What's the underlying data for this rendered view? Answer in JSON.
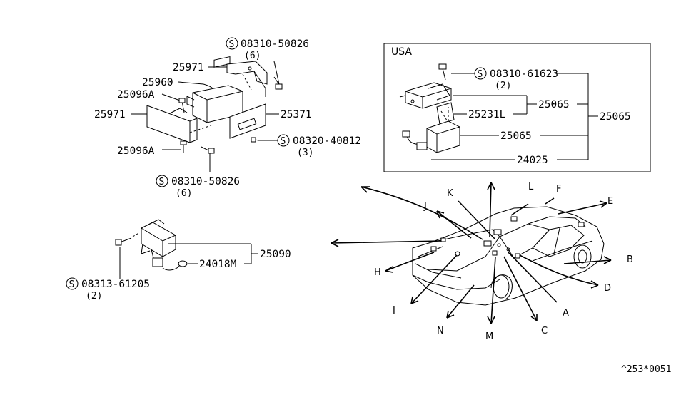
{
  "diagram": {
    "top_left": {
      "std_part_top": {
        "code": "08310-50826",
        "qty": "(6)"
      },
      "bracket_top": "25971",
      "control_unit": "25960",
      "bolt_top": "25096A",
      "bracket_left": "25971",
      "bolt_bottom": "25096A",
      "bracket_right": "25371",
      "std_part_right": {
        "code": "08320-40812",
        "qty": "(3)"
      },
      "std_part_bottom": {
        "code": "08310-50826",
        "qty": "(6)"
      }
    },
    "usa_box": {
      "title": "USA",
      "std_part": {
        "code": "08310-61623",
        "qty": "(2)"
      },
      "bracket": "25231L",
      "unit_upper": "25065",
      "unit_lower": "25065",
      "assembly": "25065",
      "harness": "24025"
    },
    "bottom_left": {
      "harness": "24018M",
      "assembly": "25090",
      "std_part": {
        "code": "08313-61205",
        "qty": "(2)"
      }
    },
    "locations": [
      "A",
      "B",
      "C",
      "D",
      "E",
      "F",
      "H",
      "I",
      "J",
      "K",
      "L",
      "M",
      "N"
    ],
    "footer_code": "^253*0051"
  }
}
